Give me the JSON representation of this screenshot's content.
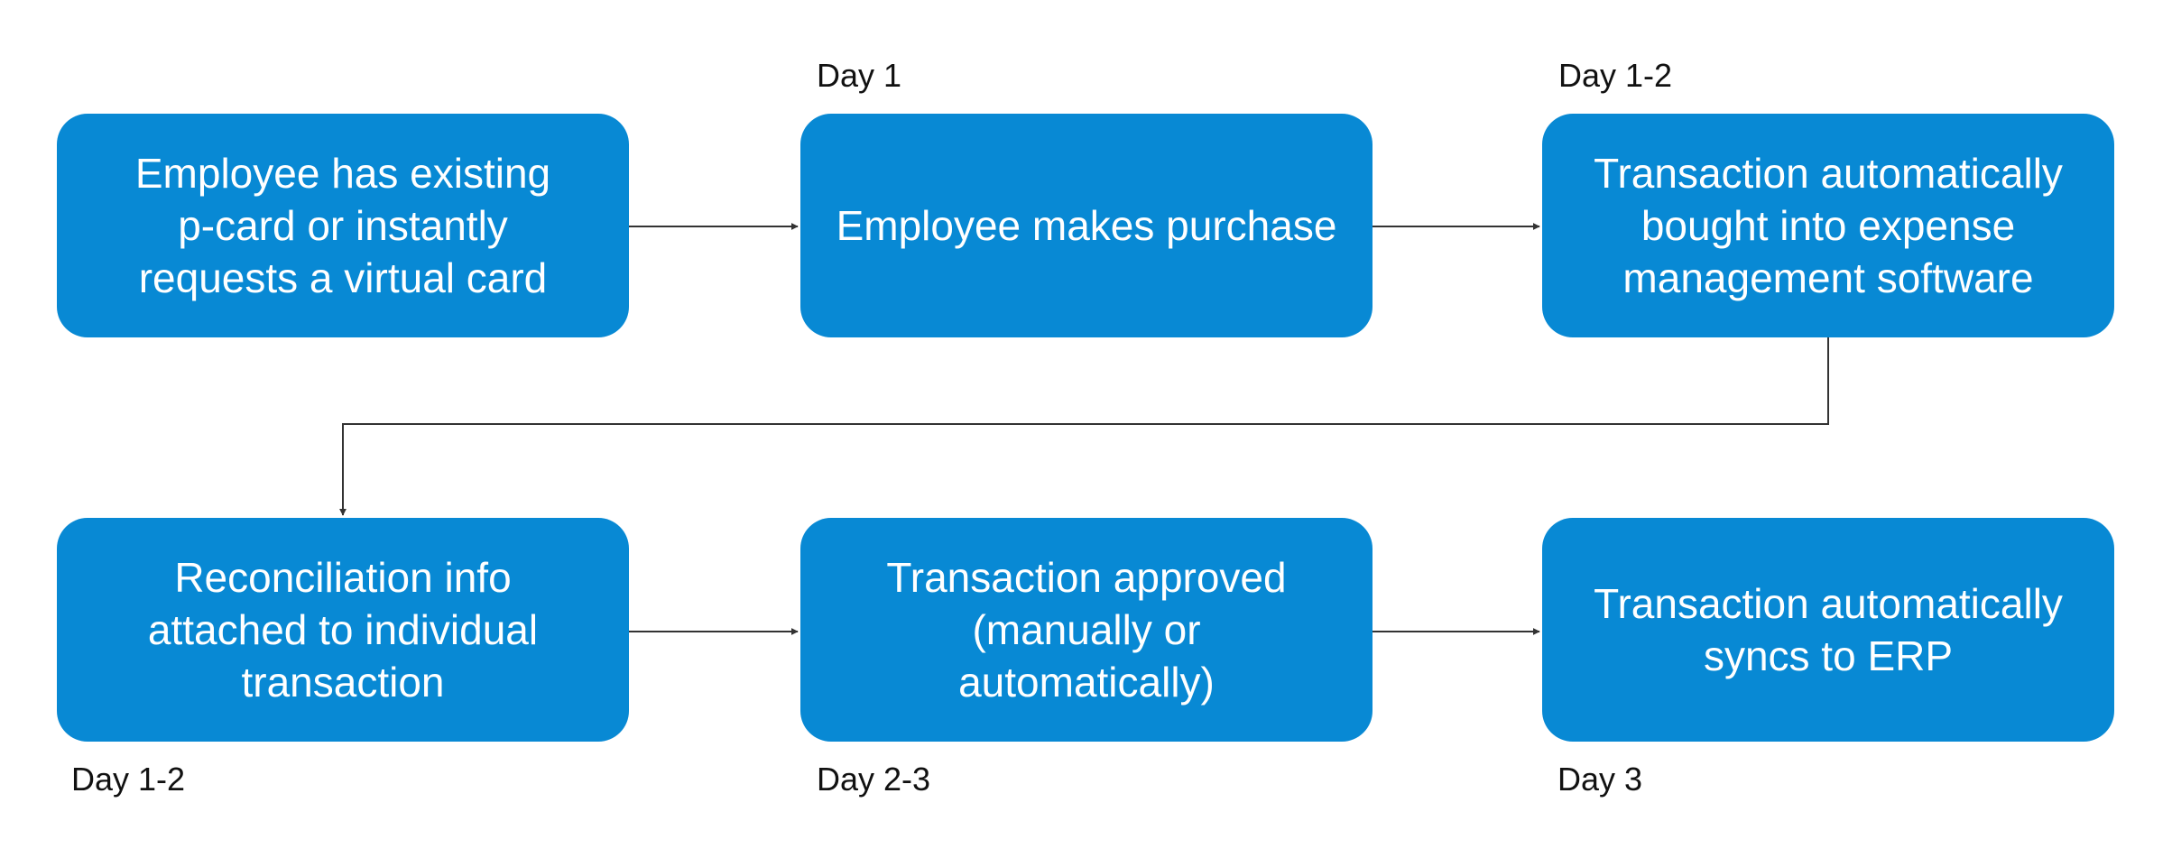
{
  "colors": {
    "box_fill": "#0889D4",
    "box_text": "#FFFFFF",
    "connector": "#333333",
    "label_text": "#111111"
  },
  "steps": [
    {
      "text": "Employee has existing\np-card or instantly\nrequests a virtual card",
      "day": ""
    },
    {
      "text": "Employee makes purchase",
      "day": "Day 1"
    },
    {
      "text": "Transaction automatically\nbought into expense\nmanagement software",
      "day": "Day 1-2"
    },
    {
      "text": "Reconciliation info\nattached to individual\ntransaction",
      "day": "Day 1-2"
    },
    {
      "text": "Transaction approved\n(manually or\nautomatically)",
      "day": "Day 2-3"
    },
    {
      "text": "Transaction automatically\nsyncs to ERP",
      "day": "Day 3"
    }
  ]
}
